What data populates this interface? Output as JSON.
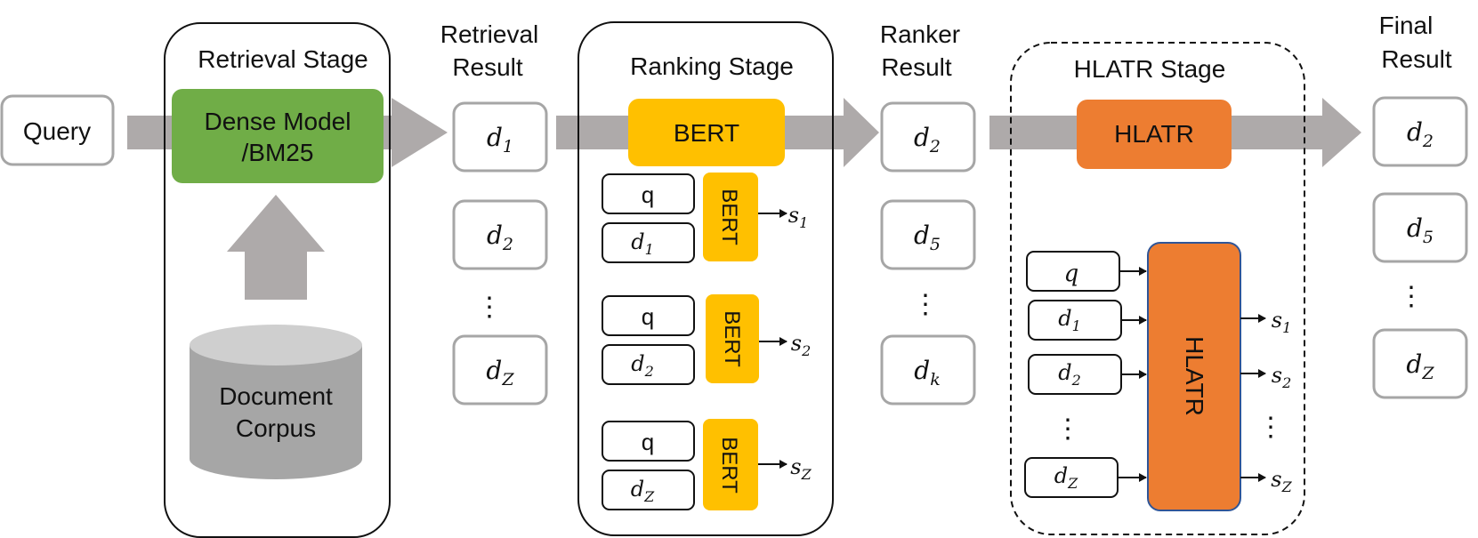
{
  "query": "Query",
  "stages": {
    "retrieval": {
      "title": "Retrieval Stage",
      "model_line1": "Dense Model",
      "model_line2": "/BM25",
      "corpus_line1": "Document",
      "corpus_line2": "Corpus"
    },
    "ranking": {
      "title": "Ranking Stage",
      "model": "BERT",
      "cross_label": "BERT",
      "pairs": [
        {
          "q": "q",
          "d": "d",
          "d_sub": "1",
          "s": "s",
          "s_sub": "1"
        },
        {
          "q": "q",
          "d": "d",
          "d_sub": "2",
          "s": "s",
          "s_sub": "2"
        },
        {
          "q": "q",
          "d": "d",
          "d_sub": "Z",
          "s": "s",
          "s_sub": "Z"
        }
      ]
    },
    "hlatr": {
      "title": "HLATR Stage",
      "model": "HLATR",
      "block_label": "HLATR",
      "inputs": [
        {
          "main": "q",
          "sub": ""
        },
        {
          "main": "d",
          "sub": "1"
        },
        {
          "main": "d",
          "sub": "2"
        },
        {
          "main": "d",
          "sub": "Z"
        }
      ],
      "outputs": [
        {
          "main": "s",
          "sub": "1"
        },
        {
          "main": "s",
          "sub": "2"
        },
        {
          "main": "s",
          "sub": "Z"
        }
      ]
    }
  },
  "results": {
    "retrieval": {
      "title_line1": "Retrieval",
      "title_line2": "Result",
      "items": [
        {
          "main": "d",
          "sub": "1"
        },
        {
          "main": "d",
          "sub": "2"
        },
        {
          "main": "d",
          "sub": "Z"
        }
      ]
    },
    "ranker": {
      "title_line1": "Ranker",
      "title_line2": "Result",
      "items": [
        {
          "main": "d",
          "sub": "2"
        },
        {
          "main": "d",
          "sub": "5"
        },
        {
          "main": "d",
          "sub": "k"
        }
      ]
    },
    "final": {
      "title_line1": "Final",
      "title_line2": "Result",
      "items": [
        {
          "main": "d",
          "sub": "2"
        },
        {
          "main": "d",
          "sub": "5"
        },
        {
          "main": "d",
          "sub": "Z"
        }
      ]
    }
  },
  "ellipsis": "⋮",
  "colors": {
    "flow_arrow": "#aeaaaa",
    "dense_model": "#70ad47",
    "bert": "#ffc000",
    "hlatr": "#ed7d31",
    "corpus": "#bfbfbf",
    "box_border": "#a6a6a6"
  }
}
